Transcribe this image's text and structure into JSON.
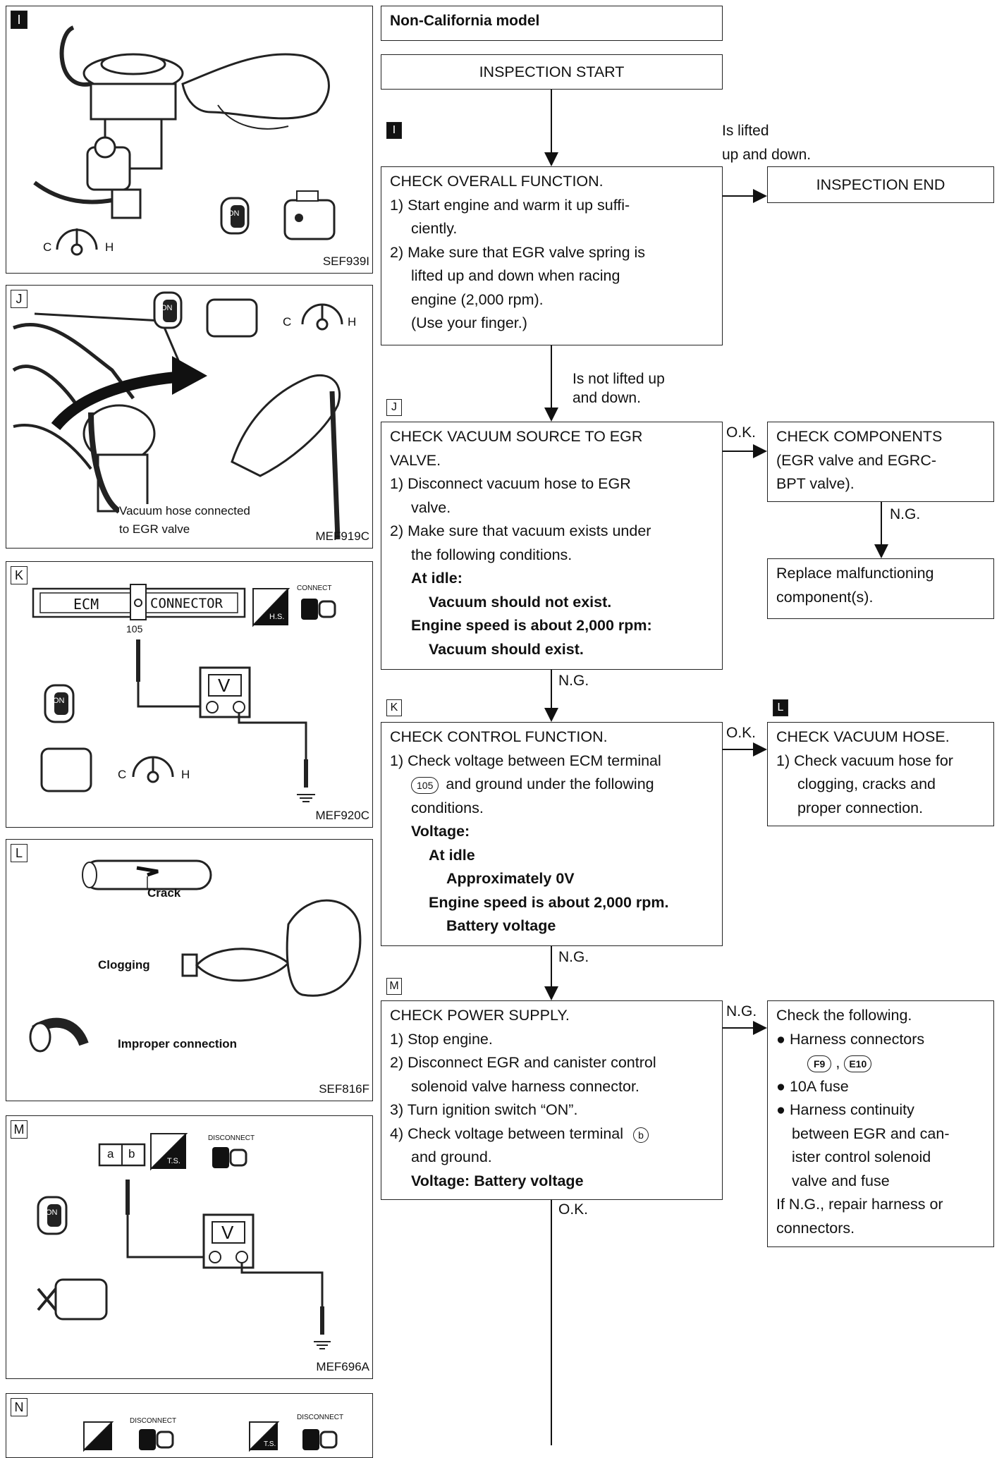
{
  "figures": [
    {
      "letter": "I",
      "code": "SEF939I",
      "labels": {
        "cold": "C",
        "hot": "H",
        "on": "ON"
      }
    },
    {
      "letter": "J",
      "code": "MEF919C",
      "labels": {
        "caption1": "Vacuum hose connected",
        "caption2": "to EGR valve",
        "cold": "C",
        "hot": "H",
        "on": "ON"
      }
    },
    {
      "letter": "K",
      "code": "MEF920C",
      "labels": {
        "ecm": "ECM",
        "connector": "CONNECTOR",
        "terminal": "105",
        "hs": "H.S.",
        "connect": "CONNECT",
        "meter": "V",
        "cold": "C",
        "hot": "H",
        "on": "ON"
      }
    },
    {
      "letter": "L",
      "code": "SEF816F",
      "labels": {
        "crack": "Crack",
        "clogging": "Clogging",
        "improper": "Improper connection"
      }
    },
    {
      "letter": "M",
      "code": "MEF696A",
      "labels": {
        "ts": "T.S.",
        "disconnect": "DISCONNECT",
        "meter": "V",
        "terminal_a": "a",
        "terminal_b": "b",
        "on": "ON"
      }
    },
    {
      "letter": "N",
      "code": "",
      "labels": {
        "disconnect1": "DISCONNECT",
        "disconnect2": "DISCONNECT",
        "ts": "T.S."
      }
    }
  ],
  "flow": {
    "model": "Non-California model",
    "start": "INSPECTION START",
    "end": "INSPECTION END",
    "step_markers": [
      "I",
      "J",
      "K",
      "L",
      "M"
    ],
    "edge_labels": {
      "lifted_1": "Is lifted",
      "lifted_2": "up and down.",
      "not_lifted_1": "Is not lifted up",
      "not_lifted_2": "and down.",
      "ok_j": "O.K.",
      "ng_components": "N.G.",
      "ng_j": "N.G.",
      "ok_k": "O.K.",
      "ng_k": "N.G.",
      "ng_m": "N.G.",
      "ok_m": "O.K."
    },
    "check_overall": [
      "CHECK OVERALL FUNCTION.",
      "1) Start engine and warm it up suffi-",
      "ciently.",
      "2) Make sure that EGR valve spring is",
      "lifted up and down when racing",
      "engine (2,000 rpm).",
      "(Use your finger.)"
    ],
    "check_vacuum_source": [
      "CHECK VACUUM SOURCE TO EGR",
      "VALVE.",
      "1) Disconnect vacuum hose to EGR",
      "valve.",
      "2) Make sure that vacuum exists under",
      "the following conditions.",
      "At idle:",
      "Vacuum should not exist.",
      "Engine speed is about 2,000 rpm:",
      "Vacuum should exist."
    ],
    "check_components": [
      "CHECK COMPONENTS",
      "(EGR valve and EGRC-",
      "BPT valve)."
    ],
    "replace": [
      "Replace malfunctioning",
      "component(s)."
    ],
    "check_control": [
      "CHECK CONTROL FUNCTION.",
      "1) Check voltage between ECM terminal",
      "and ground under the following",
      "conditions.",
      "Voltage:",
      "At idle",
      "Approximately 0V",
      "Engine speed is about 2,000 rpm.",
      "Battery voltage"
    ],
    "ecm_terminal": "105",
    "check_vacuum_hose": [
      "CHECK VACUUM HOSE.",
      "1) Check vacuum hose for",
      "clogging, cracks and",
      "proper connection."
    ],
    "check_power": [
      "CHECK POWER SUPPLY.",
      "1) Stop engine.",
      "2) Disconnect EGR and canister control",
      "solenoid valve harness connector.",
      "3) Turn ignition switch “ON”.",
      "4) Check voltage between terminal",
      "and ground.",
      "Voltage: Battery voltage"
    ],
    "terminal_b": "b",
    "check_following": [
      "Check the following.",
      "Harness connectors",
      ",",
      "10A fuse",
      "Harness continuity",
      "between EGR and can-",
      "ister control solenoid",
      "valve and fuse",
      "If N.G., repair harness or",
      "connectors."
    ],
    "connectors": [
      "F9",
      "E10"
    ]
  }
}
